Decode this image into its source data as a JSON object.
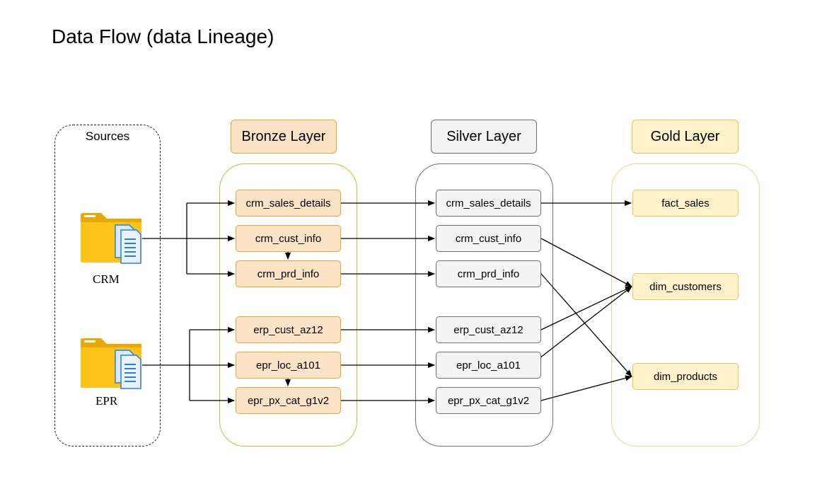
{
  "title": "Data Flow (data Lineage)",
  "sources": {
    "label": "Sources",
    "items": [
      {
        "label": "CRM",
        "icon": "folder-documents-icon"
      },
      {
        "label": "EPR",
        "icon": "folder-documents-icon"
      }
    ]
  },
  "layers": {
    "bronze": {
      "label": "Bronze Layer",
      "tables": [
        "crm_sales_details",
        "crm_cust_info",
        "crm_prd_info",
        "erp_cust_az12",
        "epr_loc_a101",
        "epr_px_cat_g1v2"
      ]
    },
    "silver": {
      "label": "Silver Layer",
      "tables": [
        "crm_sales_details",
        "crm_cust_info",
        "crm_prd_info",
        "erp_cust_az12",
        "epr_loc_a101",
        "epr_px_cat_g1v2"
      ]
    },
    "gold": {
      "label": "Gold Layer",
      "tables": [
        "fact_sales",
        "dim_customers",
        "dim_products"
      ]
    }
  },
  "colors": {
    "bronze_fill": "#fde3c6",
    "bronze_border": "#e3a33f",
    "silver_fill": "#f4f4f4",
    "silver_border": "#6e6e6e",
    "gold_fill": "#fff1c9",
    "gold_border": "#e5c660",
    "folder": "#fcc419"
  }
}
